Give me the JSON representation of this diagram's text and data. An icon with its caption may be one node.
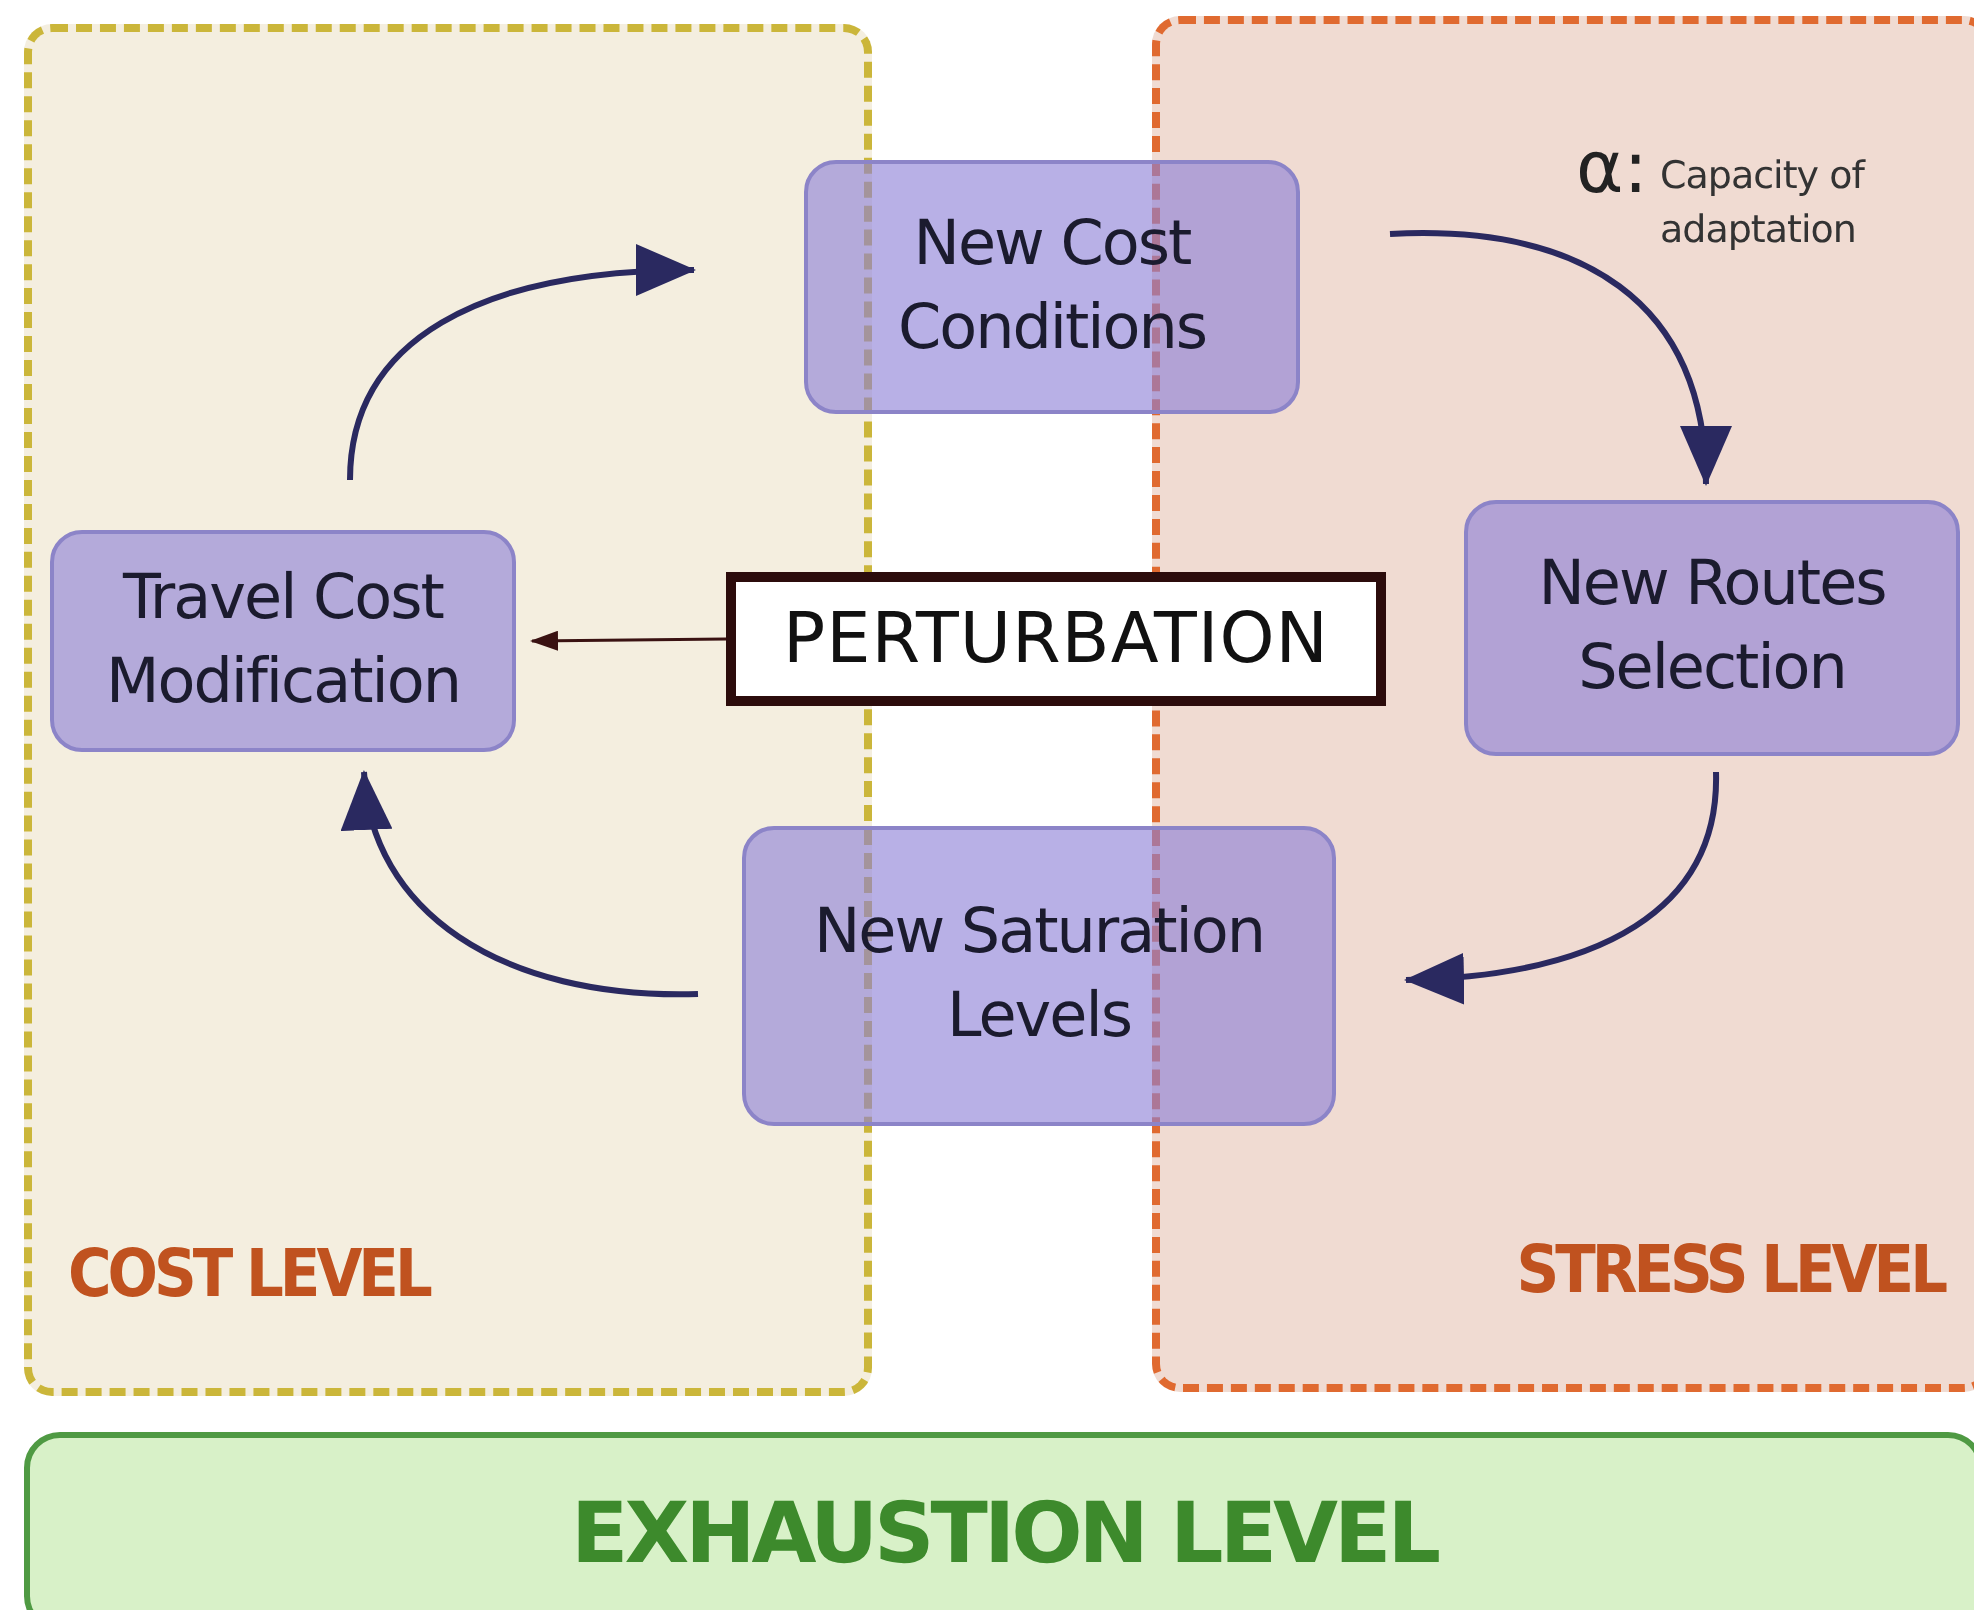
{
  "diagram": {
    "nodes": [
      {
        "text": [
          "COST LEVEL"
        ]
      },
      {
        "text": [
          "Travel Cost Modification"
        ],
        "in": 0
      },
      {
        "text": [
          "STRESS LEVEL"
        ]
      },
      {
        "text": [
          "New Routes Selection"
        ],
        "in": 2
      },
      {
        "text": [
          "New Cost Conditions"
        ]
      },
      {
        "text": [
          "PERTURBATION"
        ]
      },
      {
        "text": [
          "New Saturation Levels"
        ]
      },
      {
        "text": [
          "EXHAUSTION LEVEL"
        ]
      }
    ],
    "edges": [
      {
        "from": 1,
        "to": 4,
        "arrow": "to"
      },
      {
        "from": 4,
        "to": 3,
        "arrow": "to"
      },
      {
        "from": 3,
        "to": 6,
        "arrow": "to"
      },
      {
        "from": 6,
        "to": 1,
        "arrow": "to"
      },
      {
        "from": 5,
        "to": 1,
        "arrow": "to",
        "color": "#3a1212"
      }
    ],
    "labels": [
      "α:",
      "Capacity of adaptation"
    ]
  }
}
